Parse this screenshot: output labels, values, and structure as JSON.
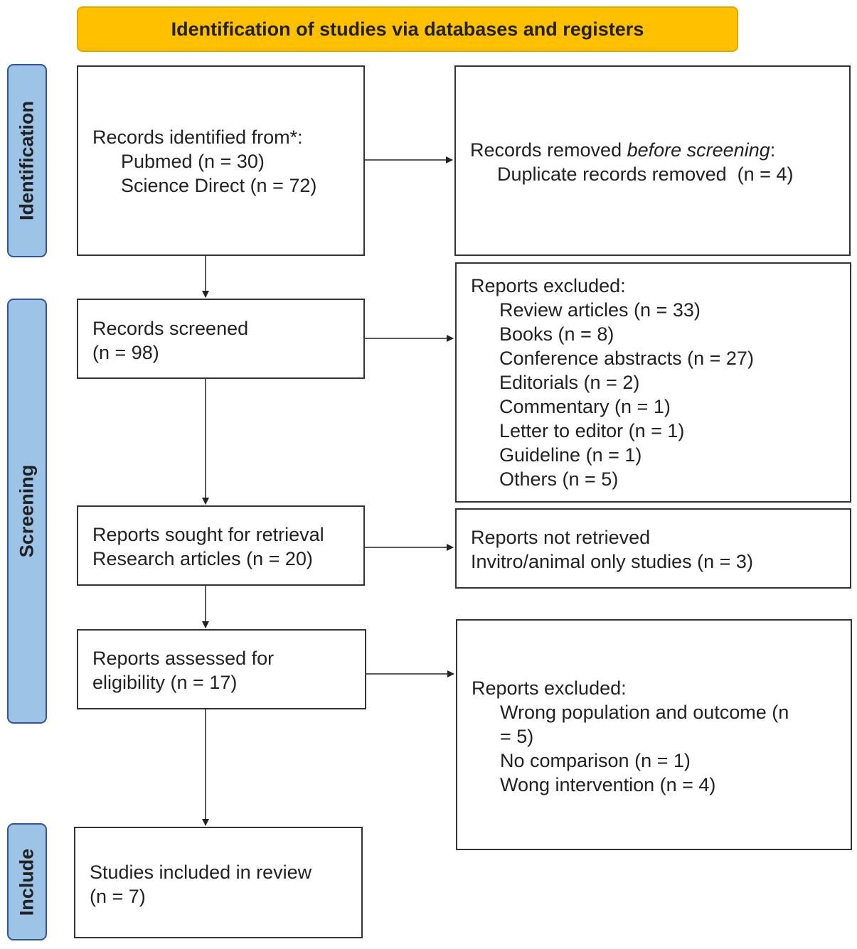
{
  "header": {
    "title": "Identification of studies via databases and registers"
  },
  "phases": {
    "identification": "Identification",
    "screening": "Screening",
    "include": "Include"
  },
  "boxes": {
    "records_identified": {
      "title": "Records identified from*:",
      "items": [
        "Pubmed (n = 30)",
        "Science Direct (n = 72)"
      ]
    },
    "records_removed": {
      "title_prefix": "Records removed ",
      "title_emph": "before screening",
      "title_suffix": ":",
      "items": [
        "Duplicate records removed  (n = 4)"
      ]
    },
    "records_screened": {
      "lines": [
        "Records screened",
        "(n = 98)"
      ]
    },
    "reports_excluded_1": {
      "title": "Reports excluded:",
      "items": [
        "Review articles (n = 33)",
        "Books (n = 8)",
        "Conference abstracts (n = 27)",
        "Editorials (n = 2)",
        "Commentary (n = 1)",
        "Letter to editor (n = 1)",
        "Guideline (n = 1)",
        "Others (n = 5)"
      ]
    },
    "reports_sought": {
      "lines": [
        "Reports sought for retrieval",
        "Research articles (n = 20)"
      ]
    },
    "reports_not_retrieved": {
      "lines": [
        "Reports not retrieved",
        "Invitro/animal only studies (n = 3)"
      ]
    },
    "reports_assessed": {
      "lines": [
        "Reports assessed for",
        "eligibility (n = 17)"
      ]
    },
    "reports_excluded_2": {
      "title": "Reports excluded:",
      "items": [
        "Wrong population and outcome (n",
        "= 5)",
        "No comparison (n = 1)",
        "Wong intervention (n = 4)"
      ]
    },
    "studies_included": {
      "lines": [
        "Studies included in review",
        "(n = 7)"
      ]
    }
  },
  "colors": {
    "header_fill": "#ffc000",
    "phase_fill": "#9dc3e6",
    "phase_border": "#2f5597",
    "box_border": "#333333"
  }
}
